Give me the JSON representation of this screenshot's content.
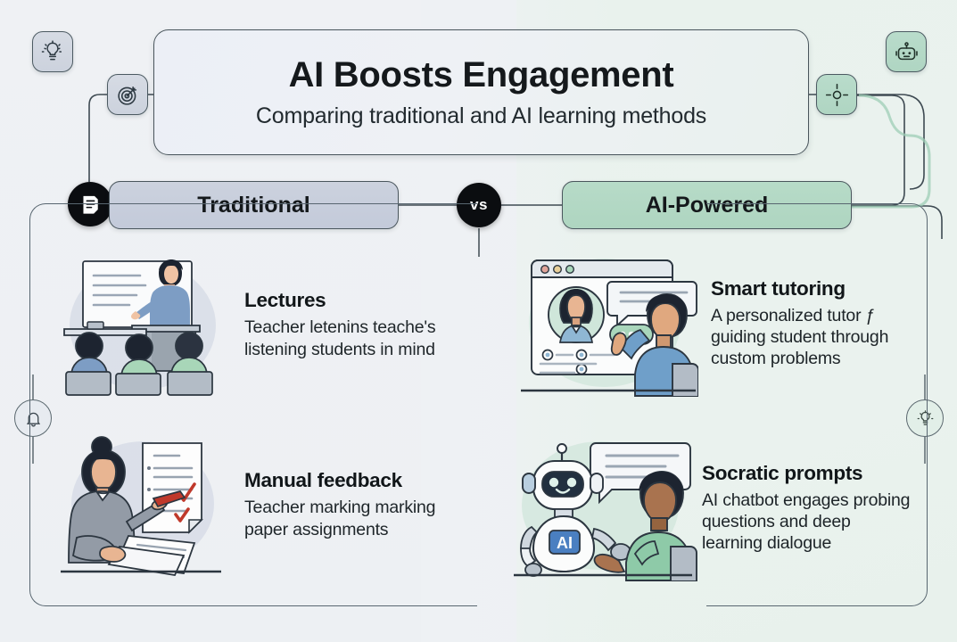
{
  "header": {
    "title": "AI Boosts Engagement",
    "subtitle": "Comparing traditional and AI learning methods"
  },
  "versus_badge": "vs",
  "columns": [
    {
      "id": "traditional",
      "label": "Traditional",
      "accent": "#c3cada",
      "badge_icon": "document-note-icon",
      "items": [
        {
          "title": "Lectures",
          "body": "Teacher letenins teache's listening students in mind",
          "illustration": "lecture-hall-illustration"
        },
        {
          "title": "Manual feedback",
          "body": "Teacher marking marking paper assignments",
          "illustration": "teacher-marking-papers-illustration"
        }
      ]
    },
    {
      "id": "ai-powered",
      "label": "AI-Powered",
      "accent": "#aed5c0",
      "items": [
        {
          "title": "Smart tutoring",
          "body": "A personalized tutor ƒ guiding student through custom problems",
          "illustration": "online-tutoring-screen-illustration"
        },
        {
          "title": "Socratic prompts",
          "body": "AI chatbot engages probing questions and deep learning dialogue",
          "illustration": "ai-robot-chat-illustration"
        }
      ]
    }
  ],
  "decor_icons": [
    {
      "name": "lightbulb-icon",
      "position": "top-left"
    },
    {
      "name": "target-icon",
      "position": "upper-left"
    },
    {
      "name": "robot-icon",
      "position": "top-right"
    },
    {
      "name": "focus-crosshair-icon",
      "position": "upper-right"
    },
    {
      "name": "bell-icon",
      "position": "mid-left-edge"
    },
    {
      "name": "lightbulb-icon",
      "position": "mid-right-edge"
    }
  ],
  "colors": {
    "bg_left": "#eef1f4",
    "bg_right": "#e9f2ed",
    "stroke": "#4a565d",
    "badge_dark": "#0b0d10",
    "accent_green": "#aed5c0",
    "accent_slate": "#c3cada"
  }
}
